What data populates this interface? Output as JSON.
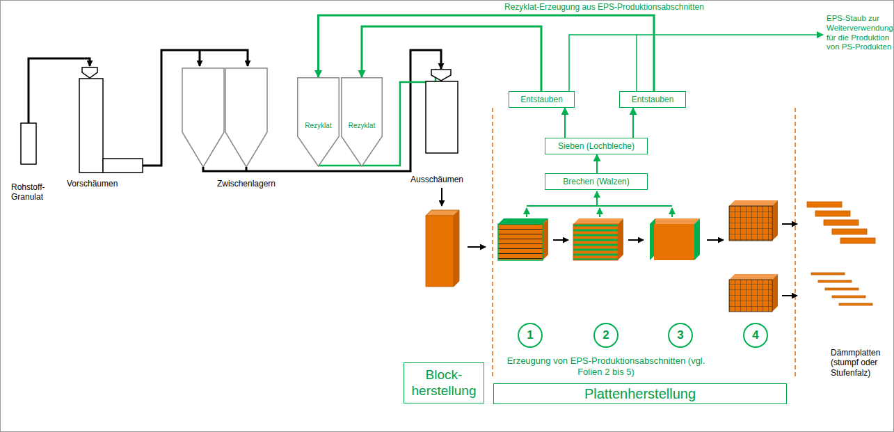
{
  "diagram": {
    "nodes": [
      {
        "text": [
          "Rezyklat"
        ]
      },
      {
        "text": [
          "Rezyklat"
        ]
      },
      {
        "text": [
          "Entstauben"
        ]
      },
      {
        "text": [
          "Entstauben"
        ]
      },
      {
        "text": [
          "Sieben (Lochbleche)"
        ]
      },
      {
        "text": [
          "Brechen (Walzen)"
        ]
      },
      {
        "text": [
          "1"
        ]
      },
      {
        "text": [
          "2"
        ]
      },
      {
        "text": [
          "3"
        ]
      },
      {
        "text": [
          "4"
        ]
      },
      {
        "text": [
          "Block- herstellung"
        ]
      },
      {
        "text": [
          "Plattenherstellung"
        ]
      }
    ],
    "edges": [
      {
        "from": 5,
        "to": 4,
        "arrow": "to"
      },
      {
        "from": 4,
        "to": 2,
        "arrow": "to"
      },
      {
        "from": 4,
        "to": 3,
        "arrow": "to"
      },
      {
        "from": 3,
        "to": 0,
        "arrow": "to"
      },
      {
        "from": 2,
        "to": 1,
        "arrow": "to"
      }
    ],
    "labels": [
      "Rezyklat-Erzeugung aus EPS-Produktionsabschnitten",
      "EPS-Staub zur Weiterverwendung für die Produktion von PS-Produkten",
      "Rohstoff- Granulat",
      "Vorschäumen",
      "Zwischenlagern",
      "Ausschäumen",
      "Erzeugung von EPS-Produktionsabschnitten (vgl. Folien 2 bis 5)",
      "Dämmplatten (stumpf oder Stufenfalz)"
    ]
  }
}
